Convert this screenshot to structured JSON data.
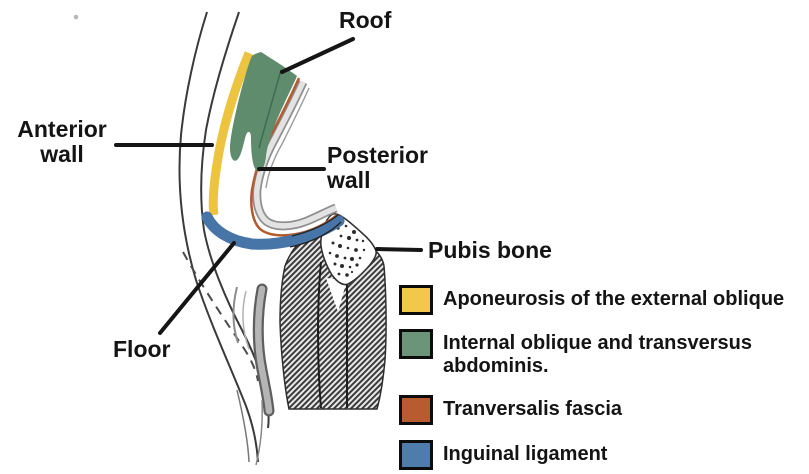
{
  "figure": {
    "labels": {
      "roof": "Roof",
      "anterior_wall": "Anterior\nwall",
      "posterior_wall": "Posterior\nwall",
      "pubis_bone": "Pubis bone",
      "floor": "Floor"
    },
    "colors": {
      "aponeurosis": "#EDC440",
      "internal_oblique": "#5E8C6D",
      "transversalis_fascia": "#B45C2F",
      "inguinal_ligament": "#4875A7",
      "line_art": "#151515"
    }
  },
  "legend": [
    {
      "label": "Aponeurosis of the external oblique",
      "color": "#F2C84B"
    },
    {
      "label": "Internal oblique and transversus abdominis.",
      "color": "#6B9479"
    },
    {
      "label": "Tranversalis fascia",
      "color": "#B85B30"
    },
    {
      "label": "Inguinal ligament",
      "color": "#4E7CAB"
    }
  ]
}
